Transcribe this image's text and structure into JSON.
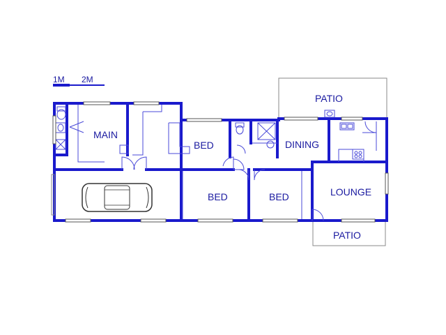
{
  "scale": {
    "one": "1M",
    "two": "2M"
  },
  "rooms": {
    "main": "MAIN",
    "bed1": "BED",
    "bed2": "BED",
    "bed3": "BED",
    "dining": "DINING",
    "lounge": "LOUNGE",
    "patio_top": "PATIO",
    "patio_bottom": "PATIO"
  },
  "colors": {
    "wall": "#1a1acc",
    "text": "#1a1aa0"
  }
}
